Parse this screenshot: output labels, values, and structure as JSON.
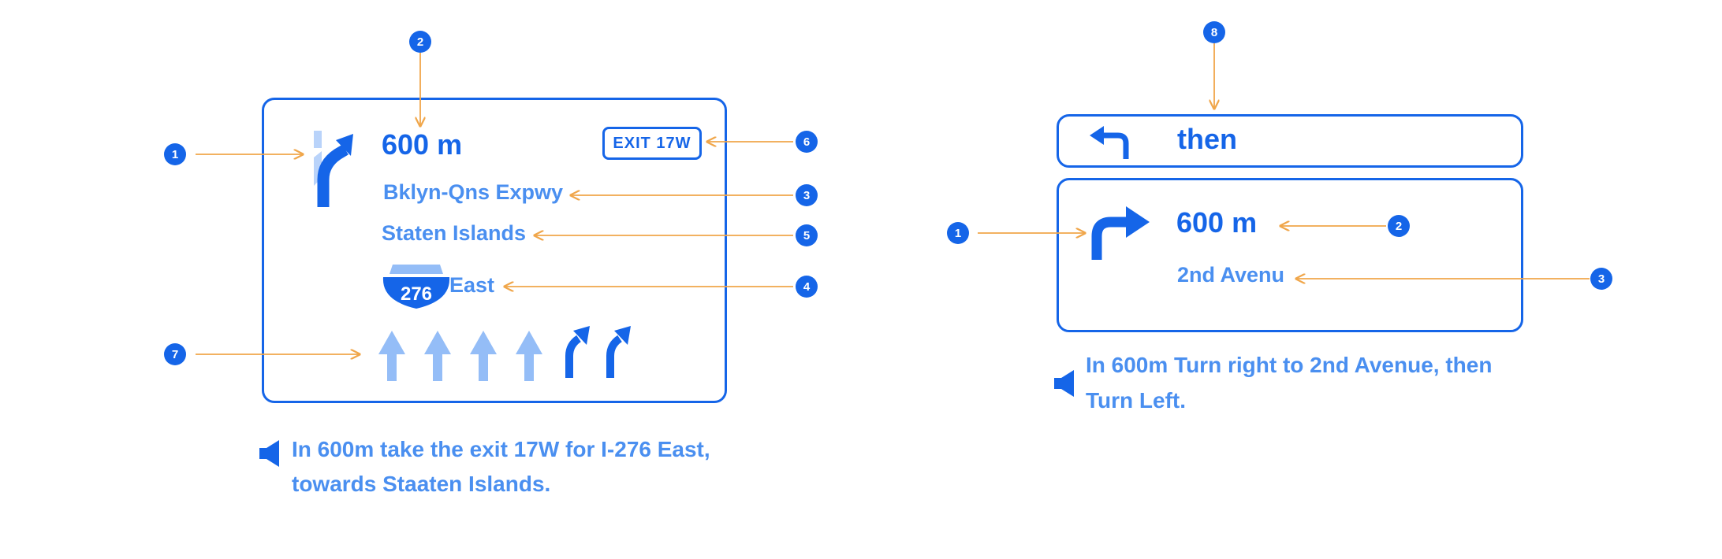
{
  "colors": {
    "primary": "#1565e8",
    "light": "#4a8ff0",
    "pale": "#94bdf7",
    "callout": "#f0a64a"
  },
  "left_panel": {
    "distance": "600 m",
    "road_name": "Bklyn-Qns Expwy",
    "destination": "Staten Islands",
    "route_number": "276",
    "route_direction": "East",
    "exit_label": "EXIT 17W",
    "maneuver_icon": "slight-right-arrow-icon",
    "lanes": [
      {
        "icon": "straight-arrow-icon",
        "active": false
      },
      {
        "icon": "straight-arrow-icon",
        "active": false
      },
      {
        "icon": "straight-arrow-icon",
        "active": false
      },
      {
        "icon": "straight-arrow-icon",
        "active": false
      },
      {
        "icon": "slight-right-arrow-icon",
        "active": true
      },
      {
        "icon": "slight-right-arrow-icon",
        "active": true
      }
    ],
    "voice_line1": "In 600m take the exit 17W for I-276 East,",
    "voice_line2": "towards Staaten Islands."
  },
  "right_panel": {
    "then_label": "then",
    "then_icon": "turn-left-arrow-icon",
    "distance": "600 m",
    "street": "2nd Avenu",
    "maneuver_icon": "turn-right-arrow-icon",
    "voice_line1": "In 600m Turn right to 2nd Avenue, then",
    "voice_line2": "Turn Left."
  },
  "callouts": {
    "left": [
      "1",
      "2",
      "3",
      "4",
      "5",
      "6",
      "7"
    ],
    "right": [
      "1",
      "2",
      "3",
      "8"
    ]
  }
}
